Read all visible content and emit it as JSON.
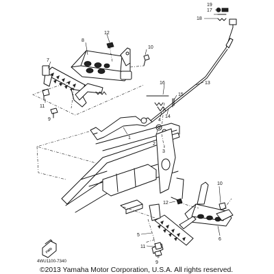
{
  "parts": {
    "p1": "1",
    "p2": "2",
    "p3": "3",
    "p4": "4",
    "p5": "5",
    "p6": "6",
    "p7": "7",
    "p8": "8",
    "p9_upper": "9",
    "p9_lower": "9",
    "p10_upper": "10",
    "p10_lower": "10",
    "p11_upper": "11",
    "p11_lower": "11",
    "p12_upper": "12",
    "p12_lower": "12",
    "p13": "13",
    "p14": "14",
    "p15": "15",
    "p16": "16",
    "p17": "17",
    "p18": "18",
    "p19": "19"
  },
  "fwd_label": "FWD",
  "diagram_code": "4WU1100-7340",
  "copyright": "©2013 Yamaha Motor Corporation, U.S.A. All rights reserved.",
  "colors": {
    "ink": "#111111",
    "background": "#ffffff"
  }
}
